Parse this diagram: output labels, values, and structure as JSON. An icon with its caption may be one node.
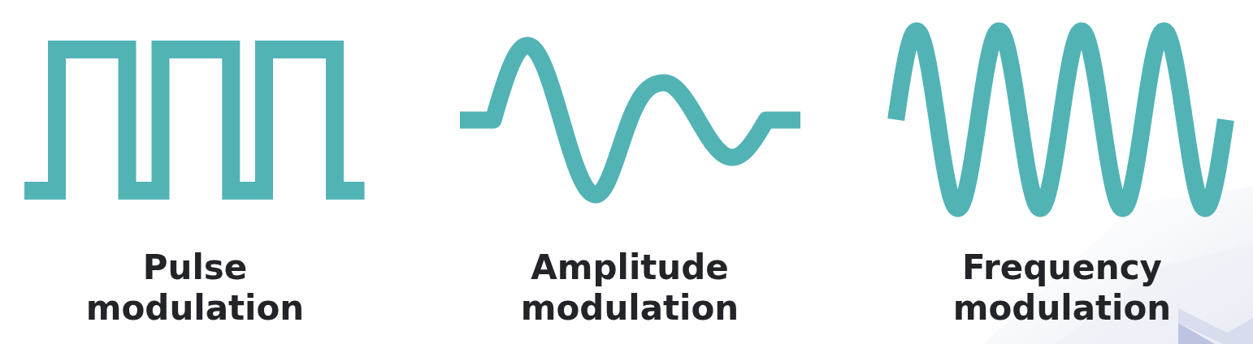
{
  "diagram": {
    "labels": [
      "Pulse modulation",
      "Amplitude modulation",
      "Frequency modulation"
    ]
  }
}
